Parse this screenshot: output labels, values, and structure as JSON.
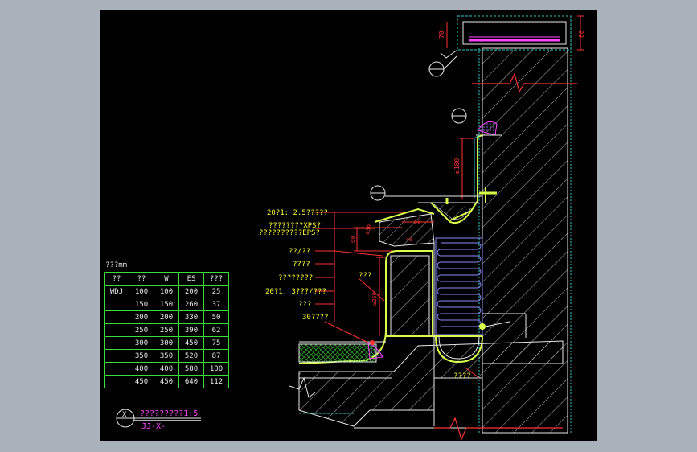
{
  "drawing": {
    "section_title": "?????????1:5",
    "section_ref": "JJ-X-",
    "marker_letter": "X"
  },
  "table": {
    "unit_label": "???mm",
    "headers": [
      "??",
      "??",
      "W",
      "ES",
      "???"
    ],
    "rows": [
      [
        "WDJ",
        "100",
        "100",
        "200",
        "25"
      ],
      [
        "",
        "150",
        "150",
        "260",
        "37"
      ],
      [
        "",
        "200",
        "200",
        "330",
        "50"
      ],
      [
        "",
        "250",
        "250",
        "390",
        "62"
      ],
      [
        "",
        "300",
        "300",
        "450",
        "75"
      ],
      [
        "",
        "350",
        "350",
        "520",
        "87"
      ],
      [
        "",
        "400",
        "400",
        "580",
        "100"
      ],
      [
        "",
        "450",
        "450",
        "640",
        "112"
      ]
    ]
  },
  "callouts": [
    "20?1: 2.5?????",
    "????????XPS?",
    "??????????EPS?",
    "??/??",
    "????",
    "????????",
    "20?1. 3???/???",
    "???",
    "30????"
  ],
  "annotations": {
    "pipe_label": "???",
    "bottom_label": "????"
  },
  "dimensions": {
    "top_right_a": "70",
    "top_right_b": "80",
    "mid_height": "≥180",
    "lower_height": "≥250",
    "gutter_height": "60",
    "gutter_slope": "≥30",
    "gutter_width": "50",
    "gutter_a": "40"
  },
  "colors": {
    "frame": "#a9b1bb",
    "background": "#000000",
    "wall_line": "#e8e8e8",
    "membrane": "#d7ff4a",
    "red": "#ff3333",
    "cyan": "#33c6c6",
    "magenta": "#ff44ff",
    "blue_pipe": "#8a8aff",
    "label_yellow": "#ffff33",
    "table_green": "#36e036"
  }
}
